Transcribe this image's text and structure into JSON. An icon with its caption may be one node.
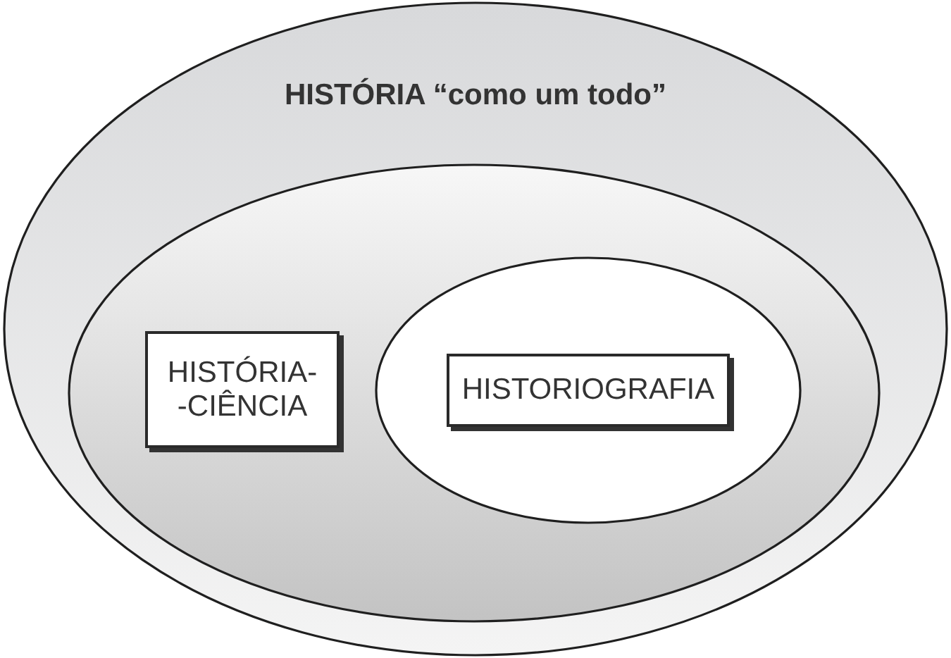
{
  "diagram": {
    "nodes": [
      {
        "text": [
          "HISTÓRIA “como um todo”"
        ]
      },
      {
        "text": [],
        "shape": "ellipse",
        "in": 0
      },
      {
        "text": [
          "HISTÓRIA- -CIÊNCIA"
        ],
        "in": 1
      },
      {
        "text": [],
        "shape": "ellipse",
        "in": 1
      },
      {
        "text": [
          "HISTORIOGRAFIA"
        ],
        "in": 3
      }
    ]
  }
}
